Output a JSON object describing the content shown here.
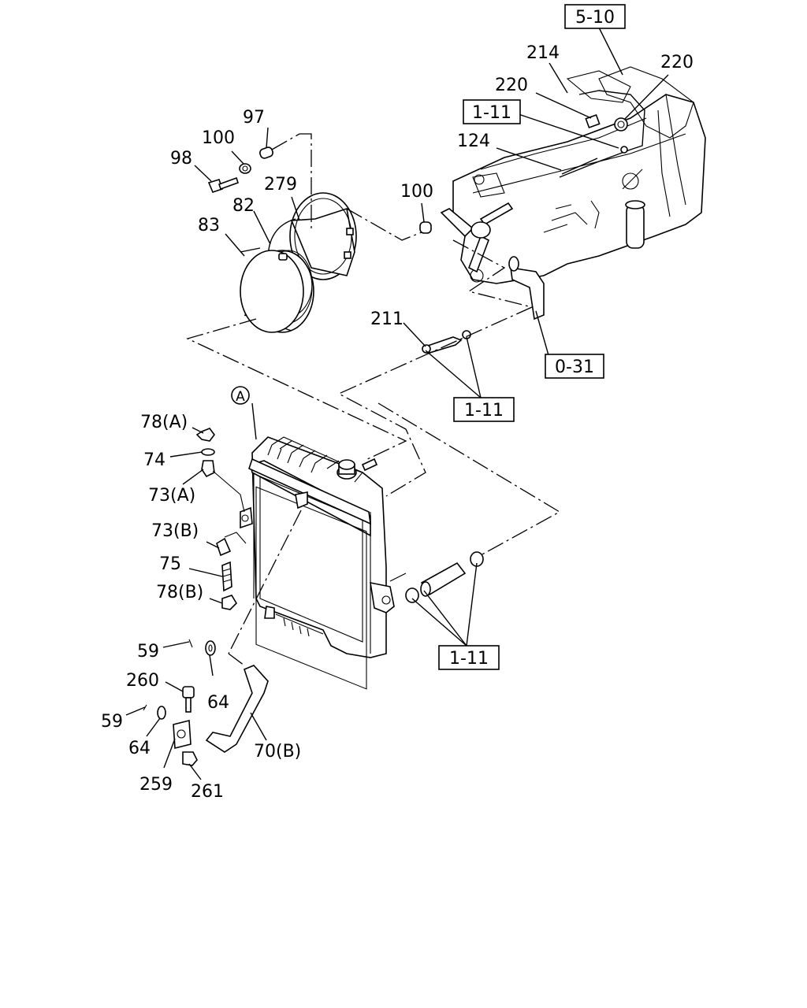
{
  "callouts": {
    "c97": "97",
    "c100a": "100",
    "c98": "98",
    "c279": "279",
    "c82": "82",
    "c83": "83",
    "c100b": "100",
    "c214": "214",
    "c220a": "220",
    "c220b": "220",
    "c124": "124",
    "c211": "211",
    "c78a": "78(A)",
    "c74": "74",
    "c73a": "73(A)",
    "c73b": "73(B)",
    "c75": "75",
    "c78b": "78(B)",
    "c59a": "59",
    "c64a": "64",
    "c260": "260",
    "c59b": "59",
    "c64b": "64",
    "c70b": "70(B)",
    "c259": "259",
    "c261": "261",
    "circleA": "A"
  },
  "references": {
    "r510": "5-10",
    "r111a": "1-11",
    "r031": "0-31",
    "r111b": "1-11",
    "r111c": "1-11"
  }
}
